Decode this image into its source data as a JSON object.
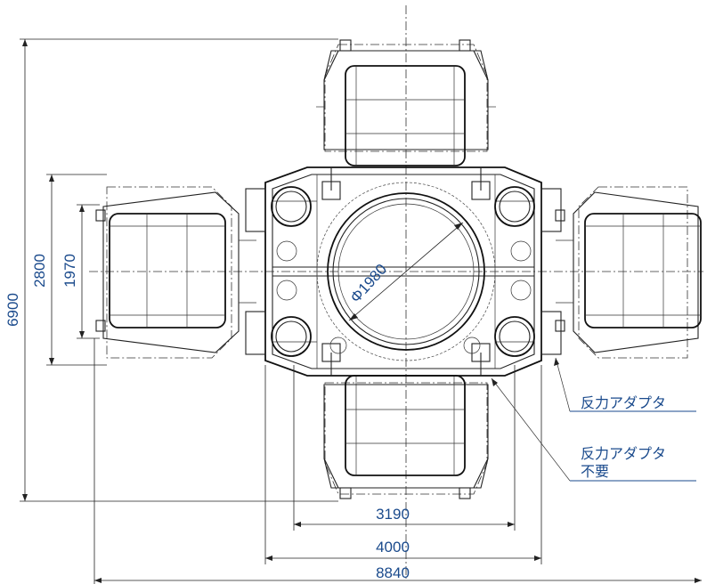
{
  "dimensions": {
    "overall_height": "6900",
    "height_2800": "2800",
    "height_1970": "1970",
    "width_3190": "3190",
    "width_4000": "4000",
    "width_8840": "8840",
    "center_diameter": "Φ1980"
  },
  "callouts": {
    "reaction_adapter": "反力アダプタ",
    "reaction_adapter_not_required_line1": "反力アダプタ",
    "reaction_adapter_not_required_line2": "不要"
  },
  "colors": {
    "dimension_text": "#1a4a8c",
    "line": "#222222"
  }
}
